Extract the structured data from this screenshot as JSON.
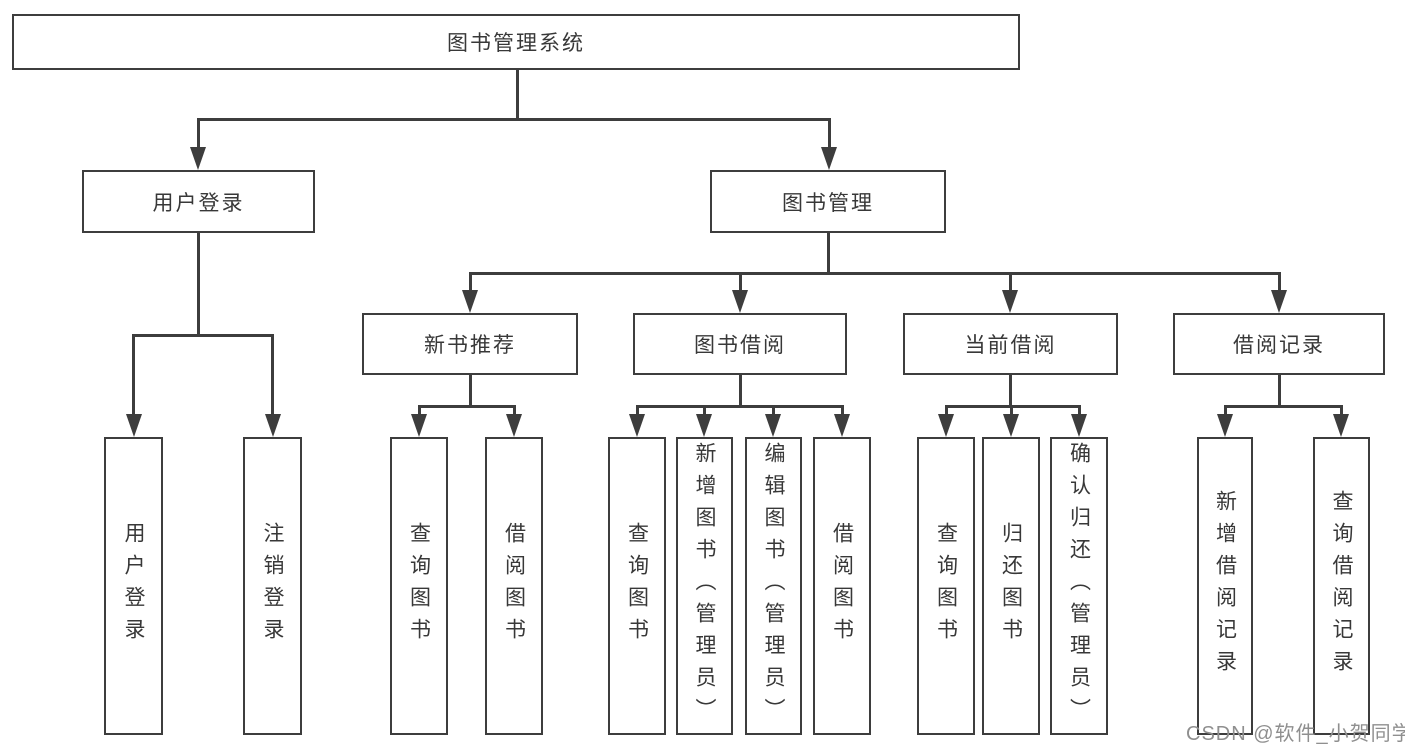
{
  "diagram": {
    "root": {
      "label": "图书管理系统"
    },
    "branches": [
      {
        "label": "用户登录",
        "leaves": [
          "用户登录",
          "注销登录"
        ]
      },
      {
        "label": "图书管理",
        "groups": [
          {
            "label": "新书推荐",
            "leaves": [
              "查询图书",
              "借阅图书"
            ]
          },
          {
            "label": "图书借阅",
            "leaves": [
              "查询图书",
              "新增图书（管理员）",
              "编辑图书（管理员）",
              "借阅图书"
            ]
          },
          {
            "label": "当前借阅",
            "leaves": [
              "查询图书",
              "归还图书",
              "确认归还（管理员）"
            ]
          },
          {
            "label": "借阅记录",
            "leaves": [
              "新增借阅记录",
              "查询借阅记录"
            ]
          }
        ]
      }
    ]
  },
  "watermark": "CSDN @软件_小贺同学",
  "colors": {
    "line": "#3d3d3d",
    "text": "#383838",
    "watermark": "#8f8f8f",
    "background": "#ffffff"
  }
}
